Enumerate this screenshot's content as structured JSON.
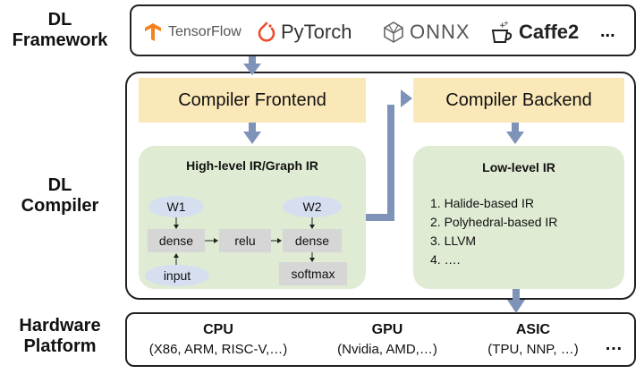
{
  "labels": {
    "framework": "DL\nFramework",
    "compiler": "DL\nCompiler",
    "hardware": "Hardware\nPlatform"
  },
  "frameworks": {
    "tensorflow": "TensorFlow",
    "pytorch": "PyTorch",
    "onnx": "ONNX",
    "caffe2": "Caffe2",
    "more": "..."
  },
  "compiler": {
    "frontend": "Compiler Frontend",
    "backend": "Compiler Backend",
    "high_ir_title": "High-level IR/Graph IR",
    "low_ir_title": "Low-level IR",
    "graph": {
      "w1": "W1",
      "w2": "W2",
      "dense1": "dense",
      "relu": "relu",
      "dense2": "dense",
      "input": "input",
      "softmax": "softmax"
    },
    "low_ir_items": [
      "1. Halide-based IR",
      "2. Polyhedral-based IR",
      "3. LLVM",
      "4. …."
    ]
  },
  "hardware": {
    "cpu": {
      "name": "CPU",
      "detail": "(X86, ARM, RISC-V,…)"
    },
    "gpu": {
      "name": "GPU",
      "detail": "(Nvidia, AMD,…)"
    },
    "asic": {
      "name": "ASIC",
      "detail": "(TPU, NNP, …)"
    },
    "more": "…"
  },
  "colors": {
    "arrow": "#7f93b8",
    "yellow_box": "#fbe8b8",
    "green_box": "#dfebd3",
    "op_box": "#d6d6d6",
    "ellipse": "#d5dff0",
    "tensorflow": "#f5821f",
    "pytorch": "#ee4c2c"
  }
}
